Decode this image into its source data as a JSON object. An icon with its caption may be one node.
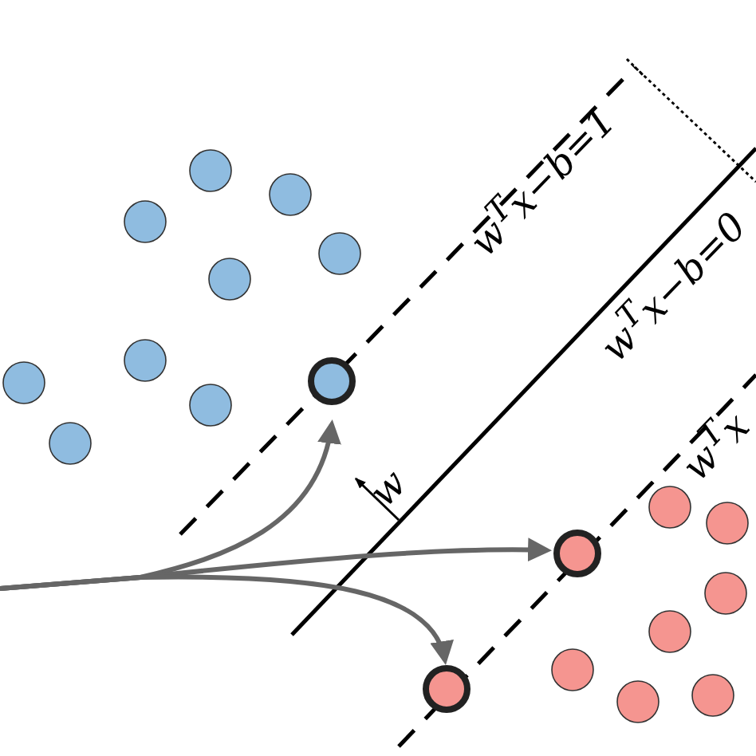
{
  "diagram": {
    "nodes": [
      {
        "text": [],
        "shape": "circle"
      },
      {
        "text": [],
        "shape": "circle"
      },
      {
        "text": [],
        "shape": "circle"
      }
    ],
    "edges": [
      {
        "from": null,
        "to": 0,
        "arrow": "to"
      },
      {
        "from": null,
        "to": 1,
        "arrow": "to"
      },
      {
        "from": null,
        "to": 2,
        "arrow": "to"
      }
    ],
    "labels": [
      "w$^{T}$x−b=1",
      "w$^{T}$x−b=0",
      "w$^{T}$x",
      "w"
    ]
  }
}
